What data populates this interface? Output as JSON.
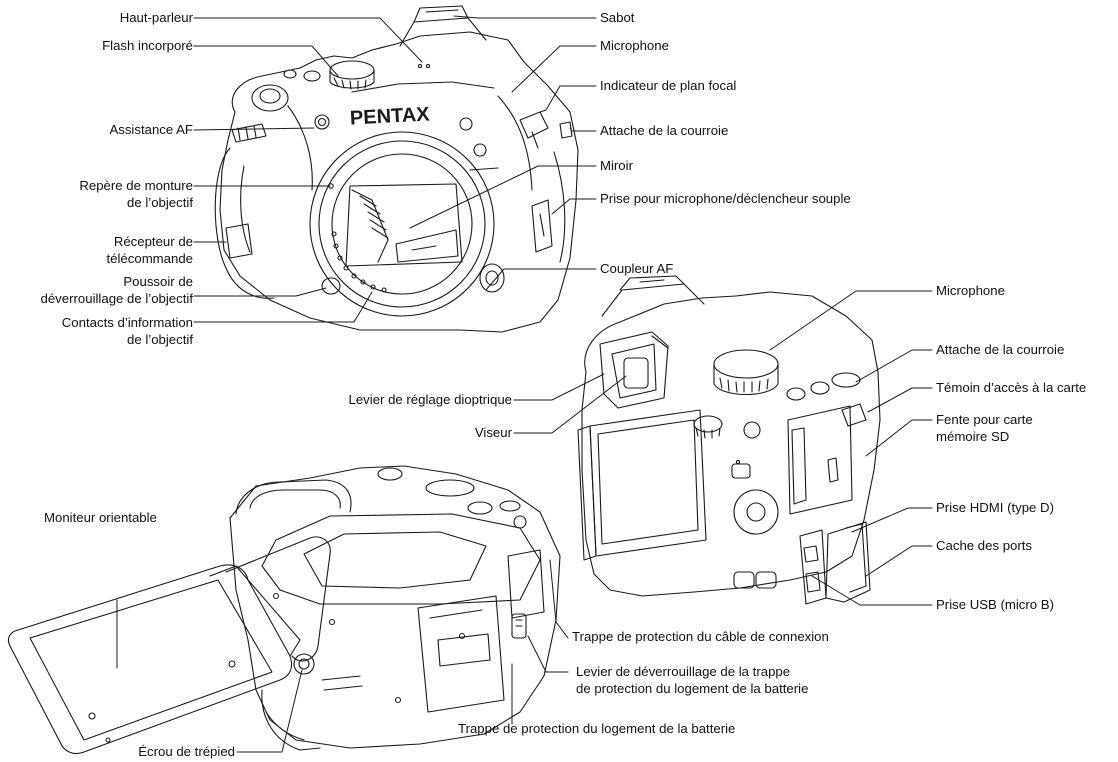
{
  "brand_logo": "PENTAX",
  "stroke_color": "#1a1a1a",
  "front_view": {
    "labels": {
      "haut_parleur": [
        "Haut-parleur"
      ],
      "flash": [
        "Flash incorporé"
      ],
      "assistance_af": [
        "Assistance AF"
      ],
      "repere_monture": [
        "Repère de monture",
        "de l’objectif"
      ],
      "recepteur": [
        "Récepteur de",
        "télécommande"
      ],
      "poussoir": [
        "Poussoir de",
        "déverrouillage de l’objectif"
      ],
      "contacts": [
        "Contacts d’information",
        "de l’objectif"
      ],
      "sabot": [
        "Sabot"
      ],
      "microphone": [
        "Microphone"
      ],
      "indicateur_plan_focal": [
        "Indicateur de plan focal"
      ],
      "attache_courroie": [
        "Attache de la courroie"
      ],
      "miroir": [
        "Miroir"
      ],
      "prise_micro": [
        "Prise pour microphone/déclencheur souple"
      ],
      "coupleur_af": [
        "Coupleur AF"
      ]
    }
  },
  "back_view": {
    "labels": {
      "microphone": [
        "Microphone"
      ],
      "attache_courroie": [
        "Attache de la courroie"
      ],
      "temoin": [
        "Témoin d’accès à la carte"
      ],
      "fente_sd": [
        "Fente pour carte",
        "mémoire SD"
      ],
      "hdmi": [
        "Prise HDMI (type D)"
      ],
      "cache_ports": [
        "Cache des ports"
      ],
      "usb": [
        "Prise USB (micro B)"
      ],
      "levier_dioptrique": [
        "Levier de réglage dioptrique"
      ],
      "viseur": [
        "Viseur"
      ]
    }
  },
  "bottom_view": {
    "labels": {
      "moniteur": [
        "Moniteur orientable"
      ],
      "trappe_cable": [
        "Trappe de protection du câble de connexion"
      ],
      "levier_batterie": [
        "Levier de déverrouillage de la trappe",
        "de protection du logement de la batterie"
      ],
      "trappe_batterie": [
        "Trappe de protection du logement de la batterie"
      ],
      "ecrou": [
        "Écrou de trépied"
      ]
    }
  }
}
